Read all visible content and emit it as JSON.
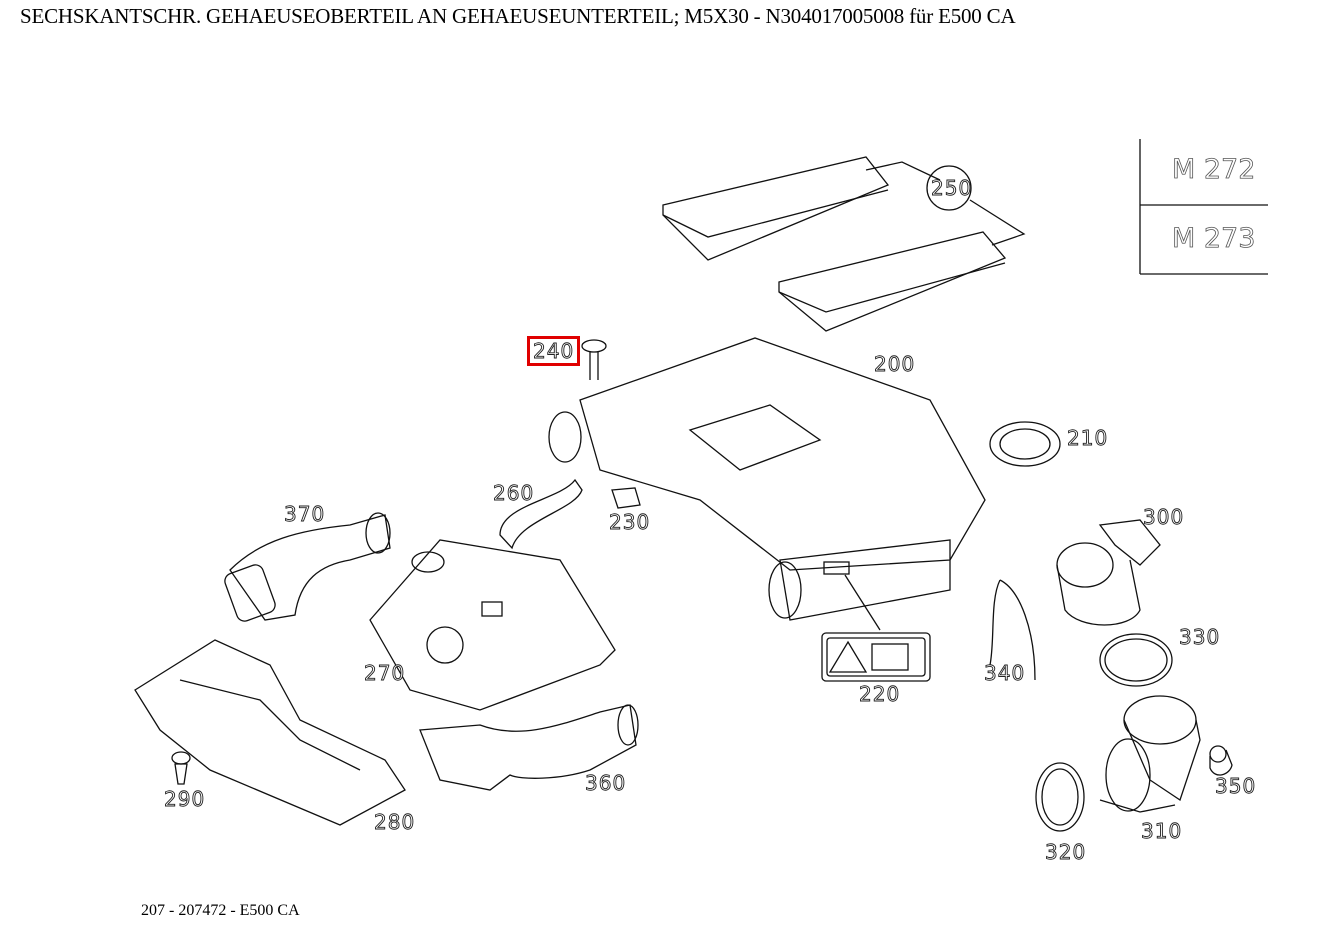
{
  "title": "SECHSKANTSCHR. GEHAEUSEOBERTEIL AN GEHAEUSEUNTERTEIL; M5X30 - N304017005008 für E500 CA",
  "footer": "207 - 207472 - E500 CA",
  "engine_variants": [
    "M 272",
    "M 273"
  ],
  "highlighted_part": "240",
  "highlight_color": "#e00000",
  "part_labels": [
    "250",
    "240",
    "200",
    "210",
    "260",
    "230",
    "370",
    "300",
    "330",
    "270",
    "340",
    "220",
    "360",
    "350",
    "290",
    "280",
    "310",
    "320"
  ]
}
